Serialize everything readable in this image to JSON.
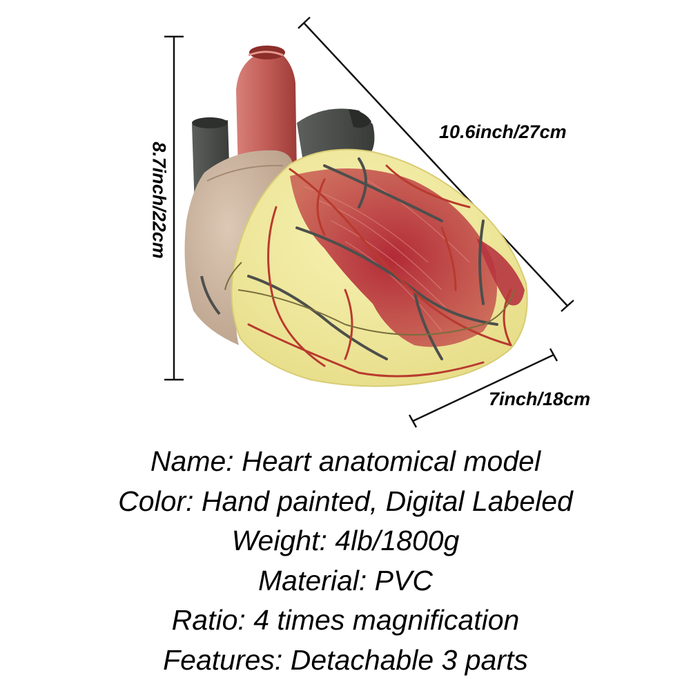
{
  "dimensions": {
    "height": "8.7inch/22cm",
    "length": "10.6inch/27cm",
    "depth": "7inch/18cm"
  },
  "specs": [
    {
      "label": "Name",
      "value": "Heart anatomical model"
    },
    {
      "label": "Color",
      "value": "Hand painted, Digital Labeled"
    },
    {
      "label": "Weight",
      "value": "4lb/1800g"
    },
    {
      "label": "Material",
      "value": "PVC"
    },
    {
      "label": "Ratio",
      "value": "4 times magnification"
    },
    {
      "label": "Features",
      "value": "Detachable 3 parts"
    }
  ],
  "colors": {
    "myocardium": "#f2ec9a",
    "muscle": "#b8323a",
    "vessel_red": "#b83a2e",
    "vessel_gray": "#4d4f4c",
    "aorta": "#c25c56",
    "vena_cava": "#4a4d4a",
    "atrium": "#cdb8a4",
    "text": "#000000"
  }
}
